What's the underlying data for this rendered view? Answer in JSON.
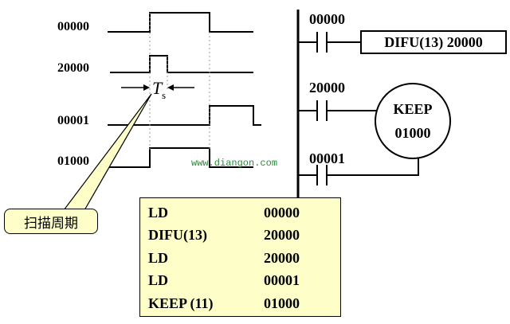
{
  "timing": {
    "signals": [
      {
        "label": "00000"
      },
      {
        "label": "20000"
      },
      {
        "label": "00001"
      },
      {
        "label": "01000"
      }
    ],
    "ts_symbol": "T",
    "ts_subscript": "s"
  },
  "callout": {
    "text": "扫描周期"
  },
  "watermark": "www.diangon.com",
  "ladder": {
    "rungs": [
      {
        "contact": "00000"
      },
      {
        "contact": "20000"
      },
      {
        "contact": "00001"
      }
    ],
    "difu": "DIFU(13)  20000",
    "keep_title": "KEEP",
    "keep_addr": "01000"
  },
  "code": [
    {
      "op": "LD",
      "arg": "00000"
    },
    {
      "op": "DIFU(13)",
      "arg": "20000"
    },
    {
      "op": "LD",
      "arg": "20000"
    },
    {
      "op": "LD",
      "arg": "00001"
    },
    {
      "op": "KEEP (11)",
      "arg": "01000"
    }
  ]
}
